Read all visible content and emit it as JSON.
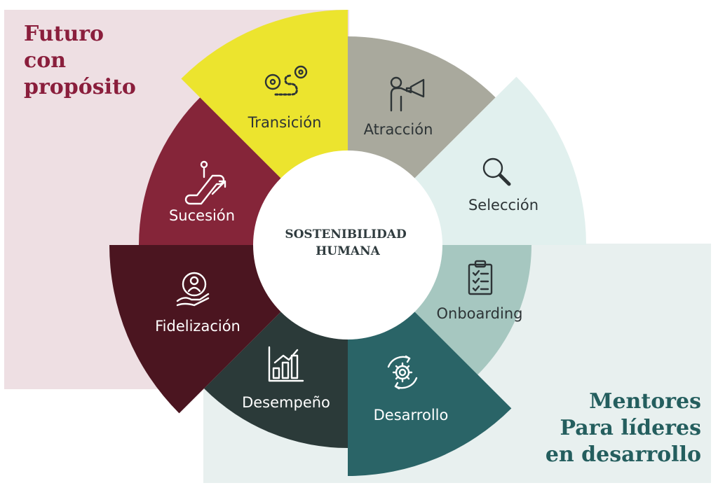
{
  "colors": {
    "panel_top_left": "#eedfe3",
    "panel_bottom_right": "#e8f0ef",
    "title_top_left": "#8a1e3c",
    "title_bottom_right": "#245e5e",
    "center": "#ffffff",
    "center_text": "#2f3b3e"
  },
  "top_left_title": {
    "lines": [
      "Futuro",
      "con",
      "propósito"
    ]
  },
  "bottom_right_title": {
    "lines": [
      "Mentores",
      "Para líderes",
      "en desarrollo"
    ]
  },
  "center_label": {
    "lines": [
      "SOSTENIBILIDAD",
      "HUMANA"
    ]
  },
  "segments": [
    {
      "key": "atraccion",
      "label": "Atracción",
      "icon": "megaphone-icon",
      "color": "#a9a99d",
      "text_color": "#2d3436"
    },
    {
      "key": "seleccion",
      "label": "Selección",
      "icon": "magnifier-icon",
      "color": "#e1f0ee",
      "text_color": "#2d3436"
    },
    {
      "key": "onboarding",
      "label": "Onboarding",
      "icon": "clipboard-checklist-icon",
      "color": "#a6c7c0",
      "text_color": "#2d3436"
    },
    {
      "key": "desarrollo",
      "label": "Desarrollo",
      "icon": "gear-cycle-icon",
      "color": "#2a6467",
      "text_color": "#ffffff"
    },
    {
      "key": "desempeno",
      "label": "Desempeño",
      "icon": "bar-chart-icon",
      "color": "#2b3a39",
      "text_color": "#ffffff"
    },
    {
      "key": "fidelizacion",
      "label": "Fidelización",
      "icon": "hand-person-icon",
      "color": "#4b1520",
      "text_color": "#ffffff"
    },
    {
      "key": "sucesion",
      "label": "Sucesión",
      "icon": "escalator-icon",
      "color": "#852539",
      "text_color": "#ffffff"
    },
    {
      "key": "transicion",
      "label": "Transición",
      "icon": "route-pins-icon",
      "color": "#ece42e",
      "text_color": "#2d3436"
    }
  ]
}
